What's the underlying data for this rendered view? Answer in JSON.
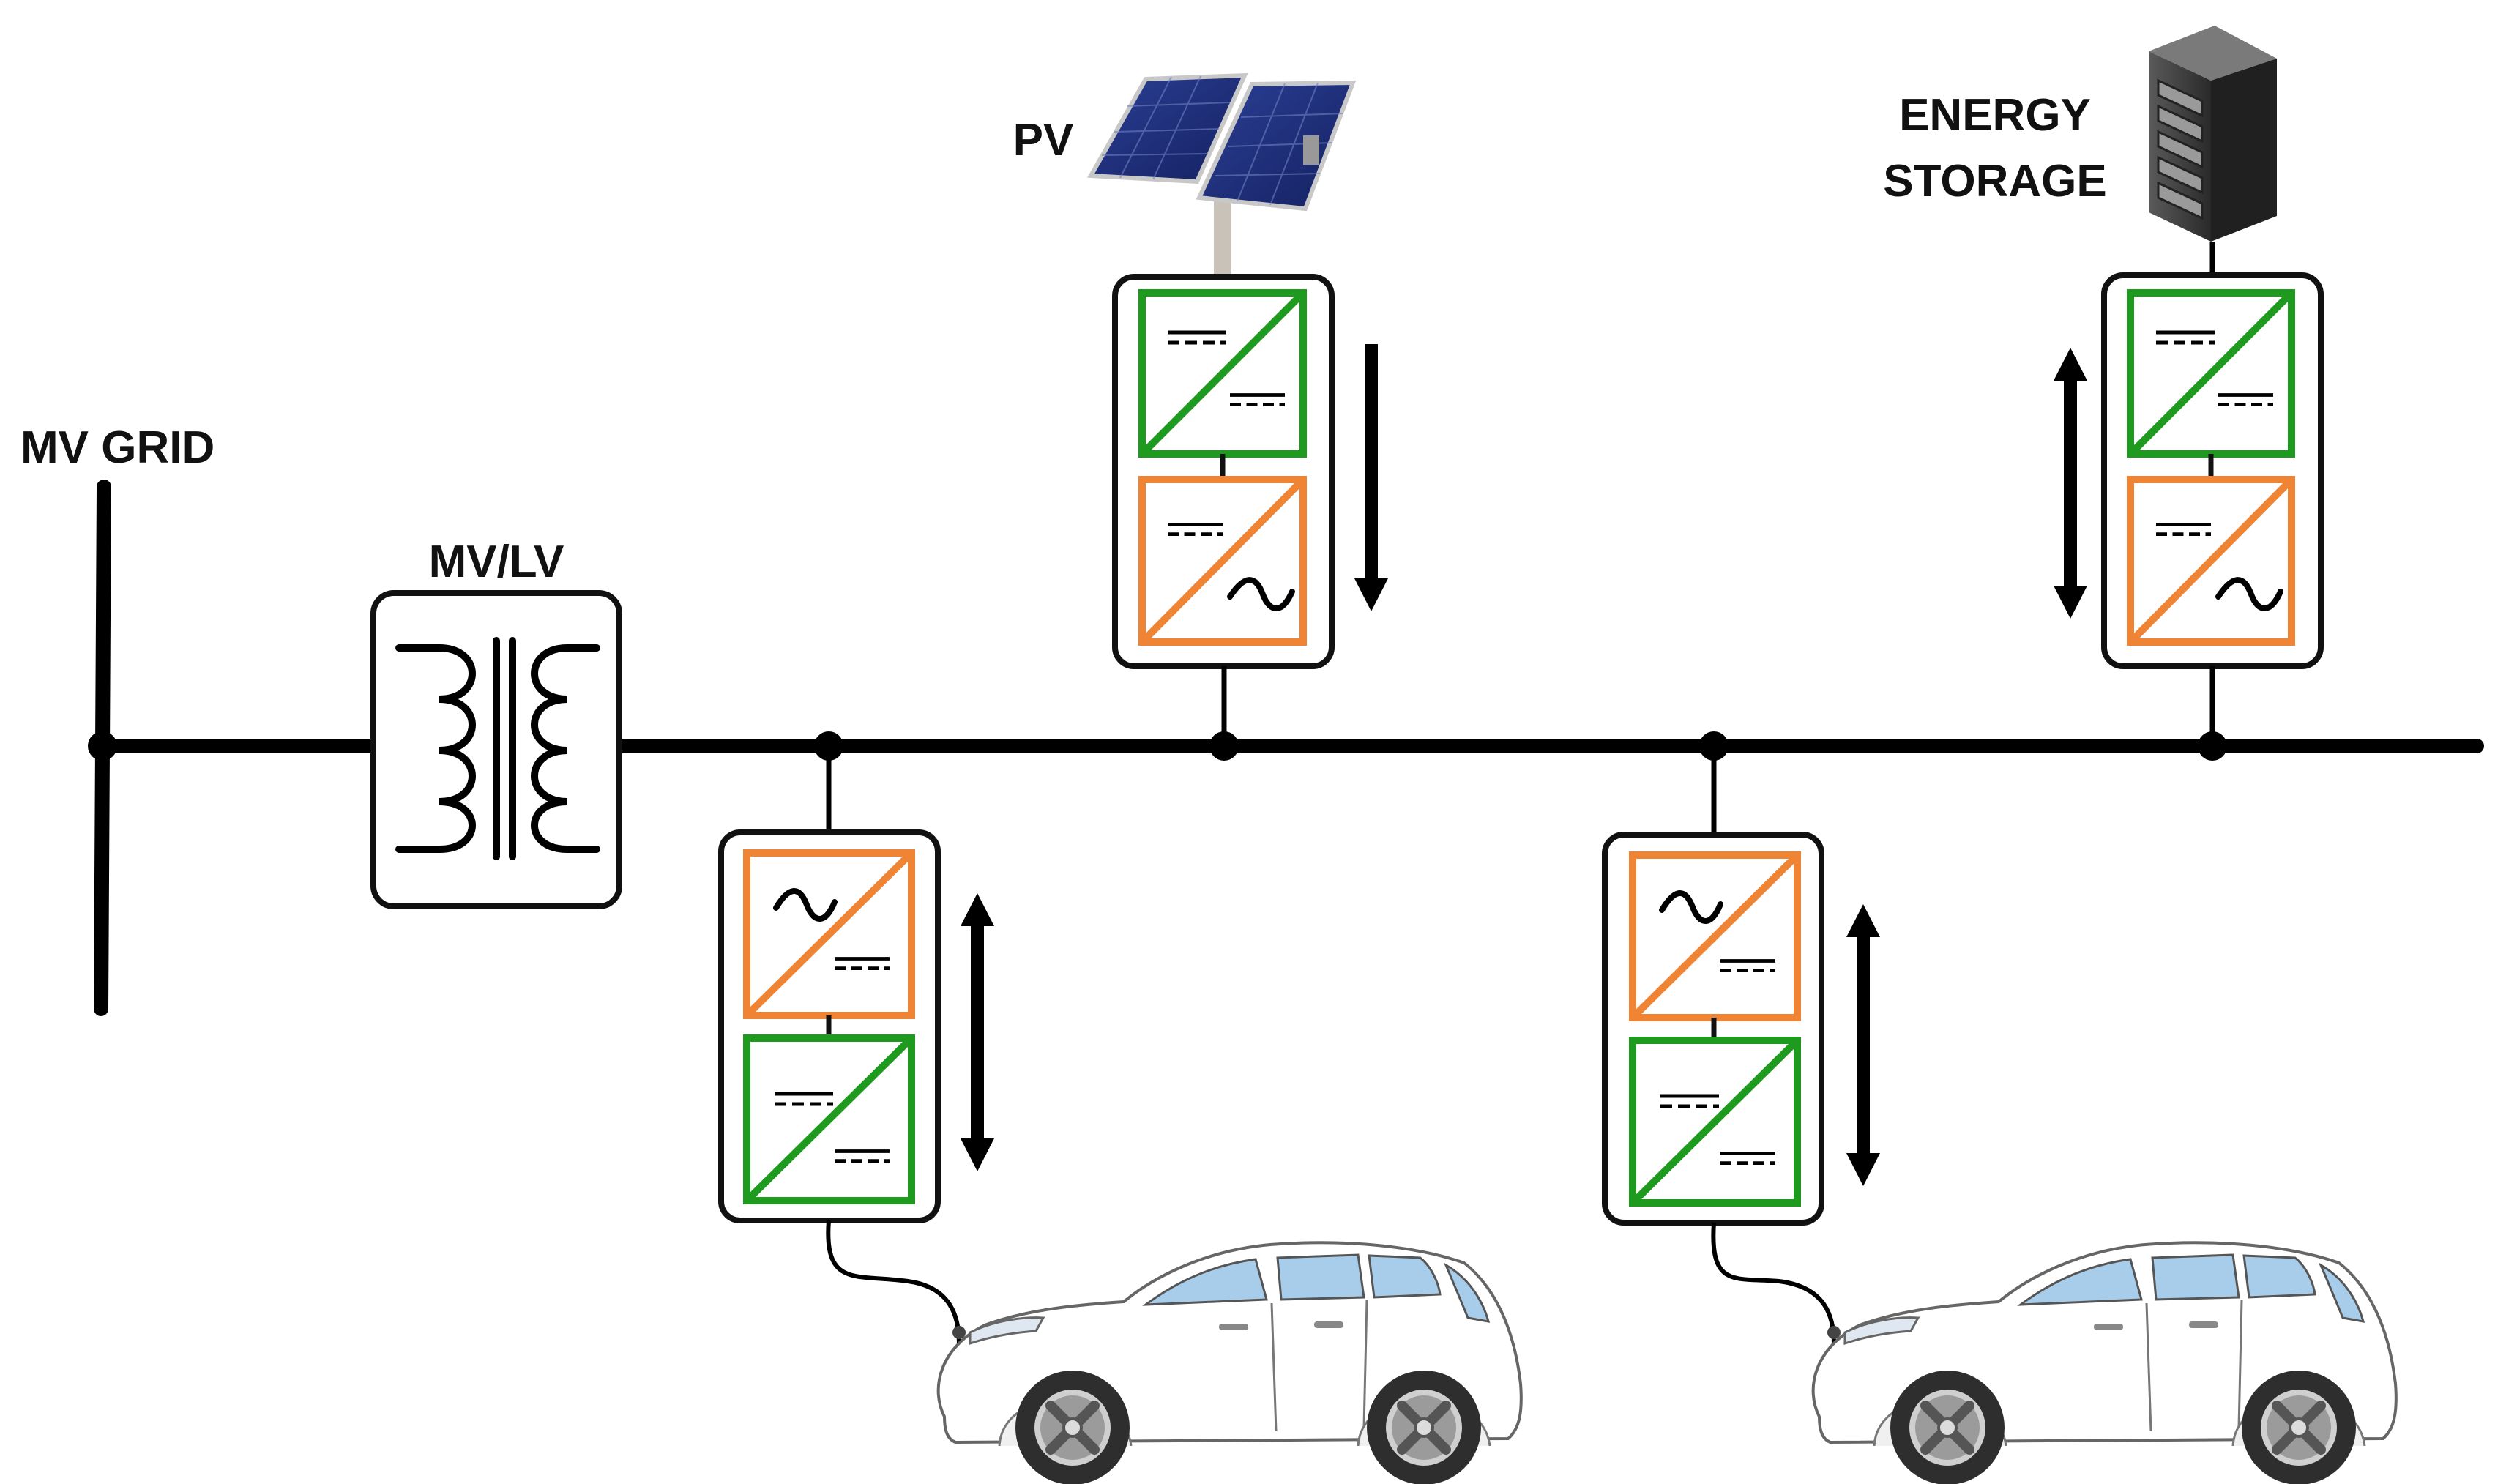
{
  "labels": {
    "mv_grid": "MV GRID",
    "transformer": "MV/LV",
    "pv": "PV",
    "storage_line1": "ENERGY",
    "storage_line2": "STORAGE"
  },
  "colors": {
    "line": "#000000",
    "dc_dc": "#1e9a1e",
    "dc_ac": "#ef8435",
    "box_border": "#111111",
    "panel_cell": "#1d2f7a",
    "car_window": "#a8cdea",
    "cabinet": "#3d3d3d",
    "arrow_glow": "#8fb7d9"
  },
  "icons": {
    "converter_dc_dc": "dc-dc-converter-icon",
    "converter_dc_ac": "dc-ac-converter-icon",
    "transformer": "transformer-icon",
    "pv": "solar-panel-icon",
    "storage": "battery-cabinet-icon",
    "ev": "electric-car-icon"
  },
  "power_flow": {
    "pv": "unidirectional-down",
    "storage": "bidirectional",
    "ev1": "bidirectional",
    "ev2": "bidirectional"
  }
}
